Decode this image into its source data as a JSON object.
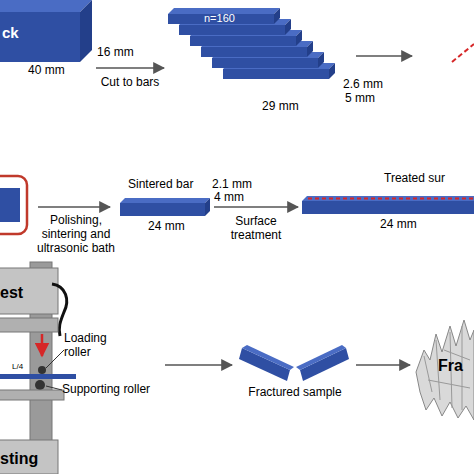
{
  "diagram": {
    "nodes": [
      {
        "text": [
          "ck"
        ]
      },
      {
        "text": [
          "n=160"
        ]
      },
      {
        "text": [
          "Sintered bar"
        ]
      },
      {
        "text": [
          "Treated sur"
        ]
      }
    ],
    "edges": [
      {
        "from": 0,
        "to": 1,
        "arrow": "to",
        "label": "Cut to bars"
      },
      {
        "from": 2,
        "to": 3,
        "arrow": "to",
        "label": "Surface treatment"
      }
    ],
    "labels": [
      "16 mm",
      "40 mm",
      "2.6 mm",
      "5 mm",
      "29 mm",
      "Polishing, sintering and ultrasonic bath",
      "2.1 mm",
      "4 mm",
      "24 mm",
      "24 mm",
      "est",
      "L/4",
      "Loading roller",
      "Supporting roller",
      "sting",
      "Fractured sample",
      "Fra"
    ]
  }
}
